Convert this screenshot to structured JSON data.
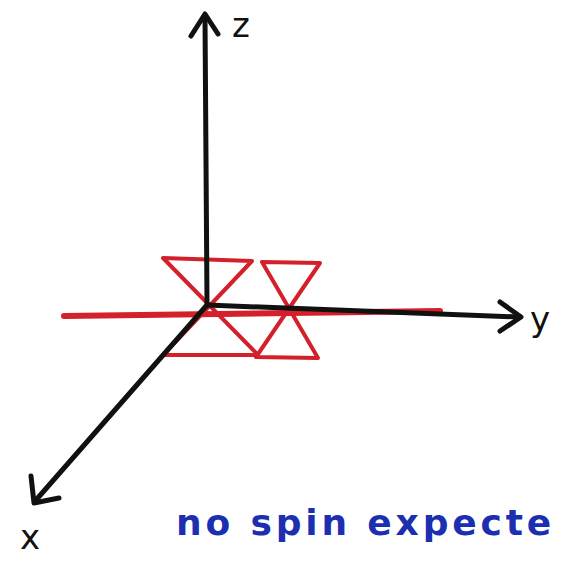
{
  "diagram": {
    "labels": [
      "z",
      "y",
      "x",
      "no spin expecte"
    ]
  }
}
